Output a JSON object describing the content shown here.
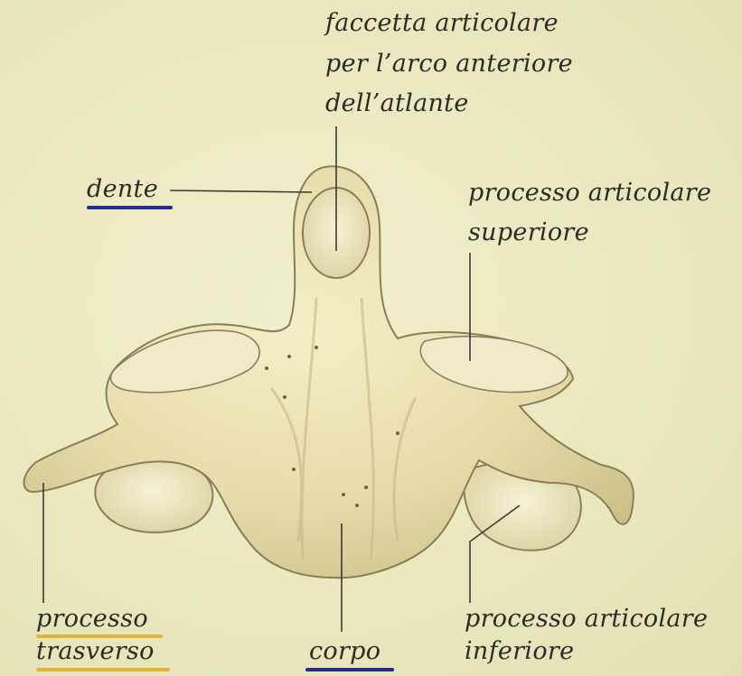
{
  "labels": {
    "faccetta": [
      "faccetta articolare",
      "per l’arco anteriore",
      "dell’atlante"
    ],
    "dente": "dente",
    "superiore": [
      "processo articolare",
      "superiore"
    ],
    "trasverso": [
      "processo",
      "trasverso"
    ],
    "corpo": "corpo",
    "inferiore": [
      "processo articolare",
      "inferiore"
    ]
  },
  "colors": {
    "background": "#ecebc3",
    "bone": "#ece6b8",
    "bone_shadow": "#cfc493",
    "bone_outline": "#8a7e58",
    "leader": "#3a3a3a",
    "underline_blue": "#2a2a8c",
    "underline_yellow": "#e3b23b"
  }
}
